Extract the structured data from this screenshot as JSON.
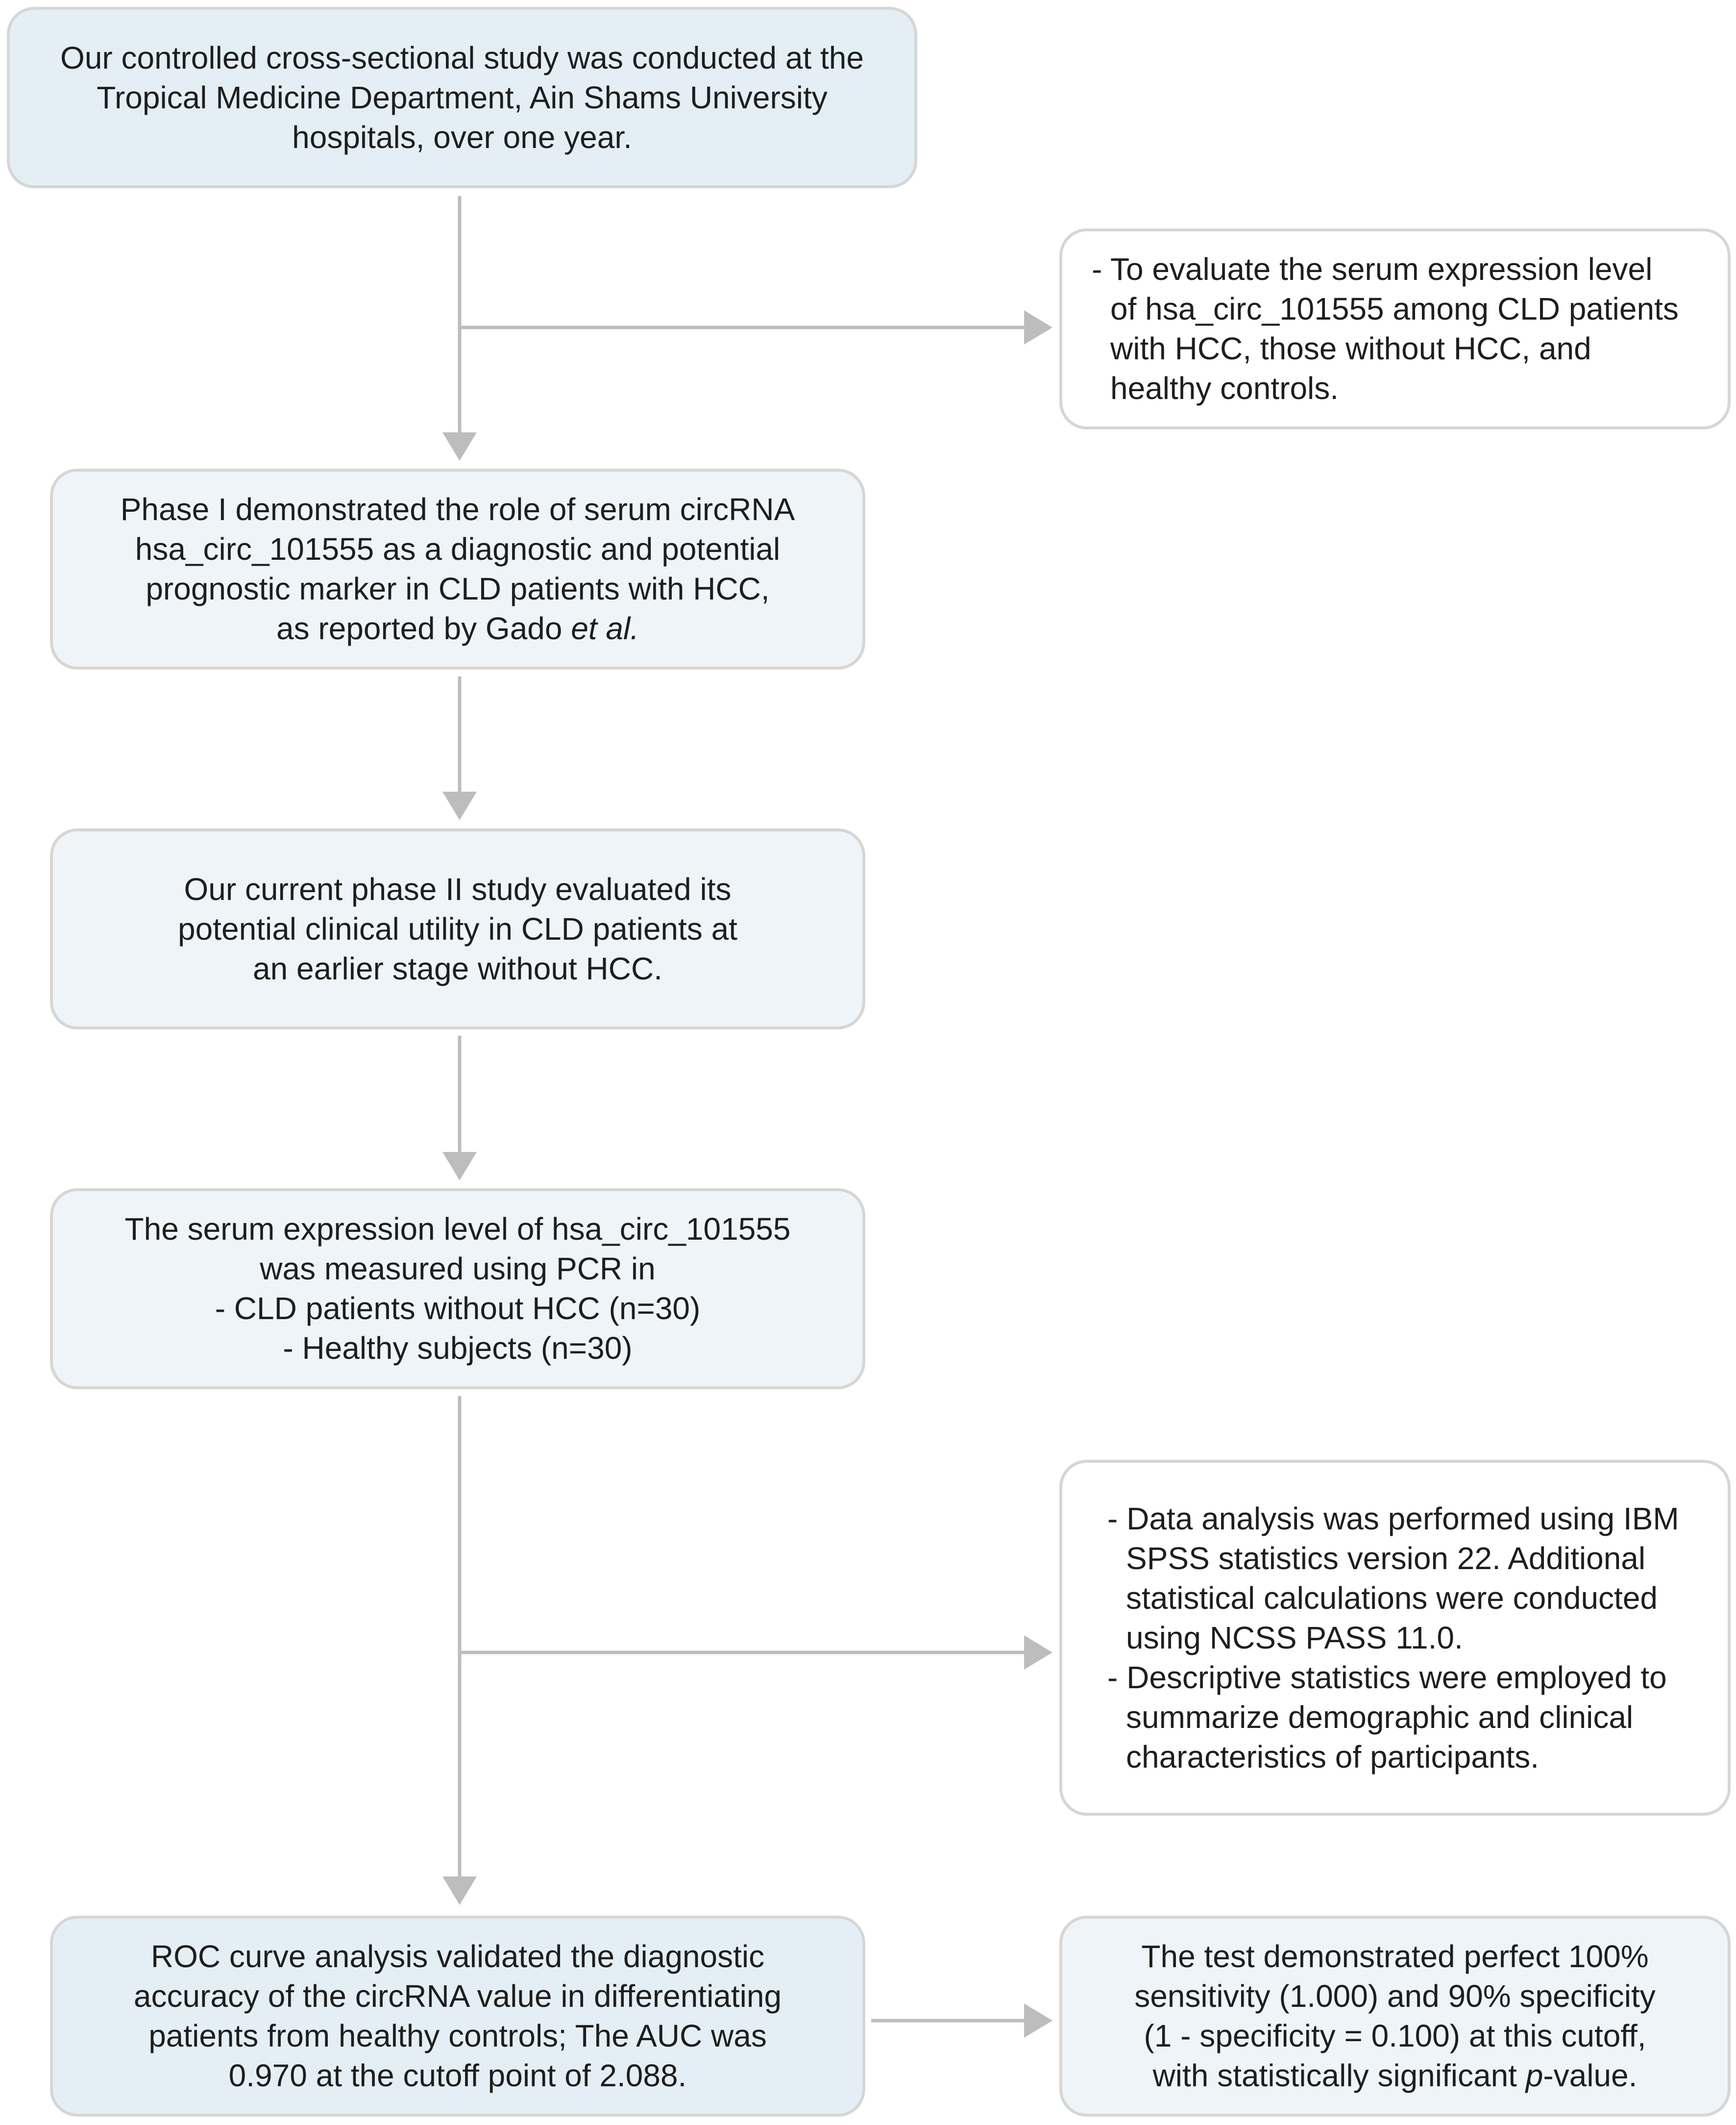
{
  "boxes": {
    "study_setting": {
      "lines": [
        "Our controlled cross-sectional study was conducted at the",
        "Tropical Medicine Department, Ain Shams University",
        "hospitals, over one year."
      ]
    },
    "aim": {
      "lines": [
        "- To evaluate the serum expression level",
        "of hsa_circ_101555 among CLD patients",
        "with HCC, those without HCC, and",
        "healthy controls."
      ]
    },
    "phase_one": {
      "lines": [
        "Phase I demonstrated the role of serum circRNA",
        "hsa_circ_101555 as a diagnostic and potential",
        "prognostic marker in CLD patients with HCC,"
      ],
      "last_line_prefix": "as reported by Gado ",
      "last_line_italic": "et al."
    },
    "phase_two": {
      "lines": [
        "Our current phase II study evaluated its",
        "potential clinical utility in CLD patients at",
        "an earlier stage without HCC."
      ]
    },
    "measurement": {
      "lines": [
        "The serum expression level of hsa_circ_101555",
        "was measured using PCR in",
        "- CLD patients without HCC (n=30)",
        "- Healthy subjects (n=30)"
      ]
    },
    "statistics": {
      "lines": [
        "- Data analysis was performed using IBM",
        "SPSS statistics version 22. Additional",
        "statistical calculations were conducted",
        "using NCSS PASS 11.0.",
        "- Descriptive statistics were employed to",
        "summarize demographic and clinical",
        "characteristics of participants."
      ]
    },
    "roc": {
      "lines": [
        "ROC curve analysis validated the diagnostic",
        "accuracy of the circRNA value in differentiating",
        "patients from healthy controls; The AUC was",
        "0.970 at the cutoff point of 2.088."
      ]
    },
    "result": {
      "lines": [
        "The test demonstrated perfect 100%",
        "sensitivity (1.000) and 90% specificity",
        "(1 - specificity = 0.100) at this cutoff,"
      ],
      "last_line_prefix": "with statistically significant ",
      "last_line_italic": "p",
      "last_line_suffix": "-value."
    }
  },
  "colors": {
    "box_border": "#d6d6d6",
    "connector": "#bdbdbd",
    "fill_blue": "#e3eff4",
    "fill_light": "#eef4f7",
    "text": "#1e1e1e"
  }
}
